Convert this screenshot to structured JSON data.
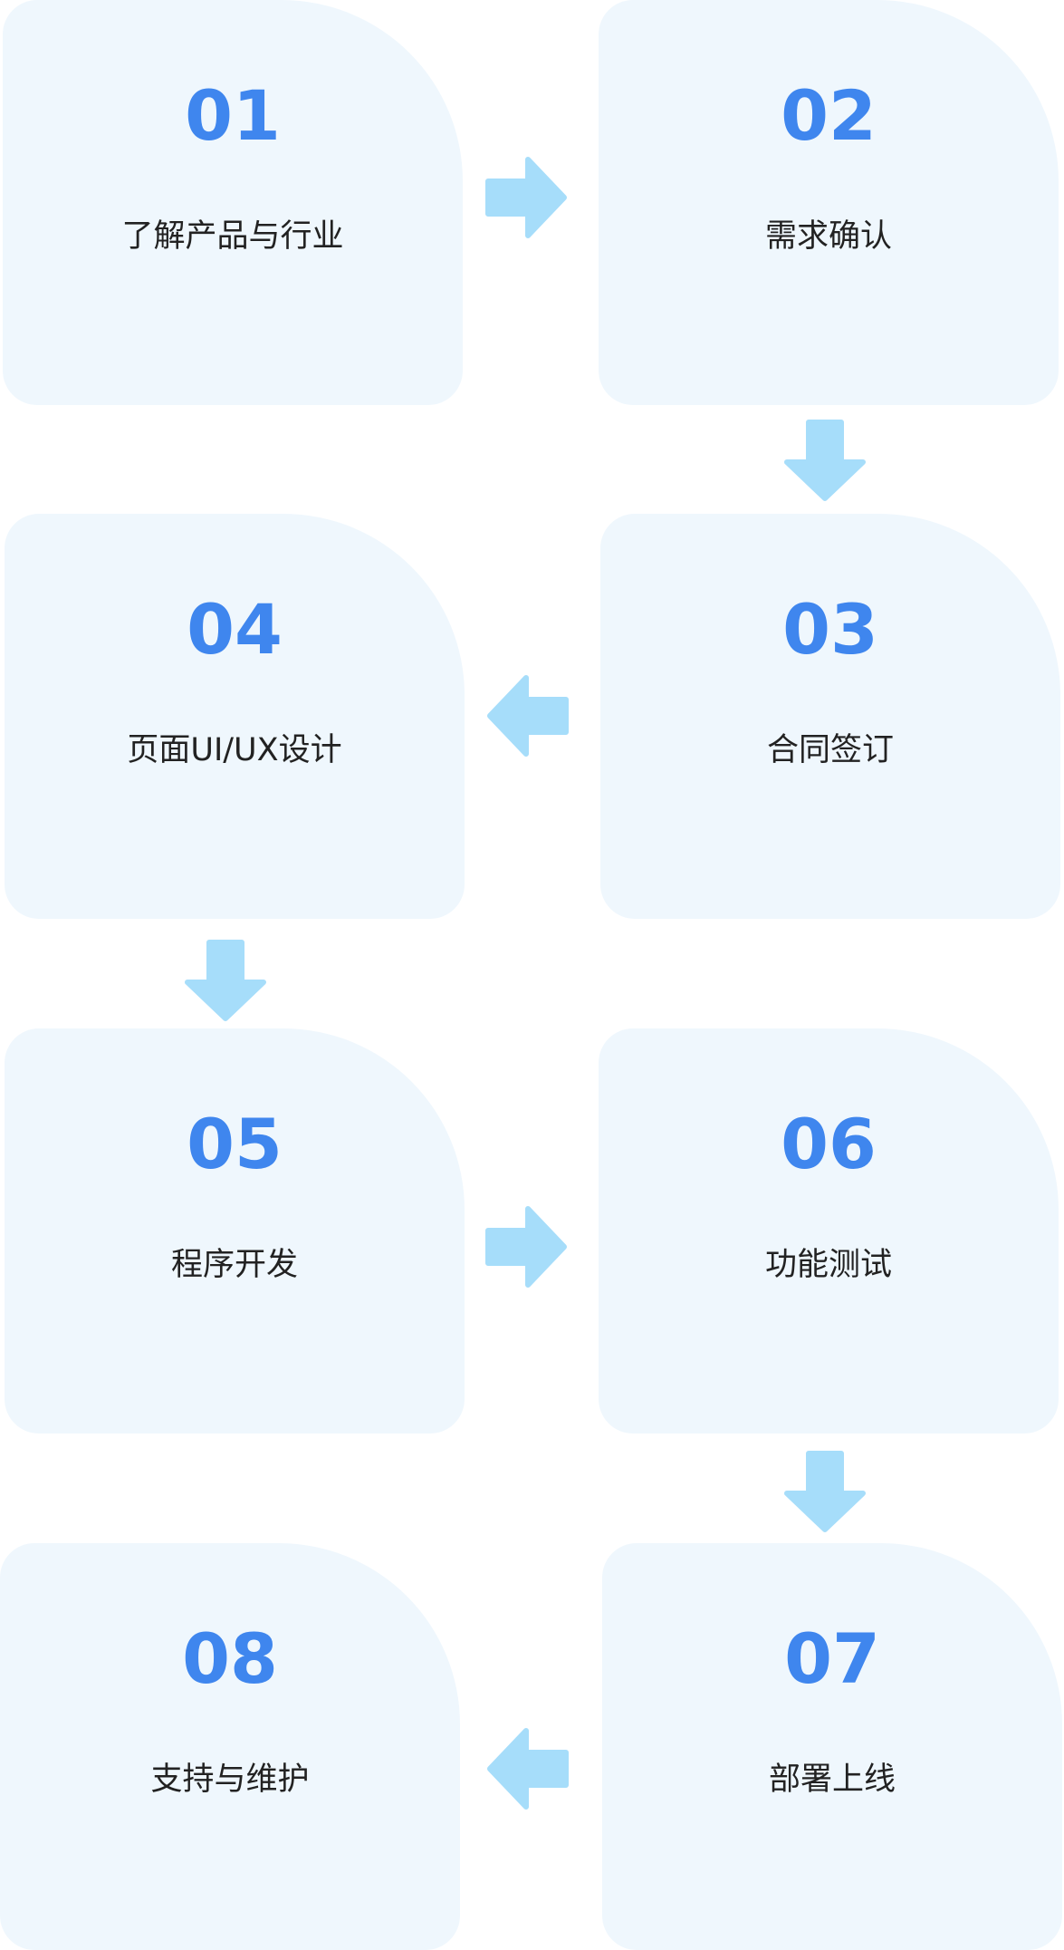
{
  "colors": {
    "card_background": "#eff7fd",
    "number": "#3f86ee",
    "label": "#222222",
    "arrow": "#a6ddfa"
  },
  "steps": [
    {
      "number": "01",
      "label": "了解产品与行业"
    },
    {
      "number": "02",
      "label": "需求确认"
    },
    {
      "number": "03",
      "label": "合同签订"
    },
    {
      "number": "04",
      "label": "页面UI/UX设计"
    },
    {
      "number": "05",
      "label": "程序开发"
    },
    {
      "number": "06",
      "label": "功能测试"
    },
    {
      "number": "07",
      "label": "部署上线"
    },
    {
      "number": "08",
      "label": "支持与维护"
    }
  ],
  "arrows": [
    {
      "from": "01",
      "to": "02",
      "direction": "right",
      "icon": "arrow-right-icon"
    },
    {
      "from": "02",
      "to": "03",
      "direction": "down",
      "icon": "arrow-down-icon"
    },
    {
      "from": "03",
      "to": "04",
      "direction": "left",
      "icon": "arrow-left-icon"
    },
    {
      "from": "04",
      "to": "05",
      "direction": "down",
      "icon": "arrow-down-icon"
    },
    {
      "from": "05",
      "to": "06",
      "direction": "right",
      "icon": "arrow-right-icon"
    },
    {
      "from": "06",
      "to": "07",
      "direction": "down",
      "icon": "arrow-down-icon"
    },
    {
      "from": "07",
      "to": "08",
      "direction": "left",
      "icon": "arrow-left-icon"
    }
  ]
}
